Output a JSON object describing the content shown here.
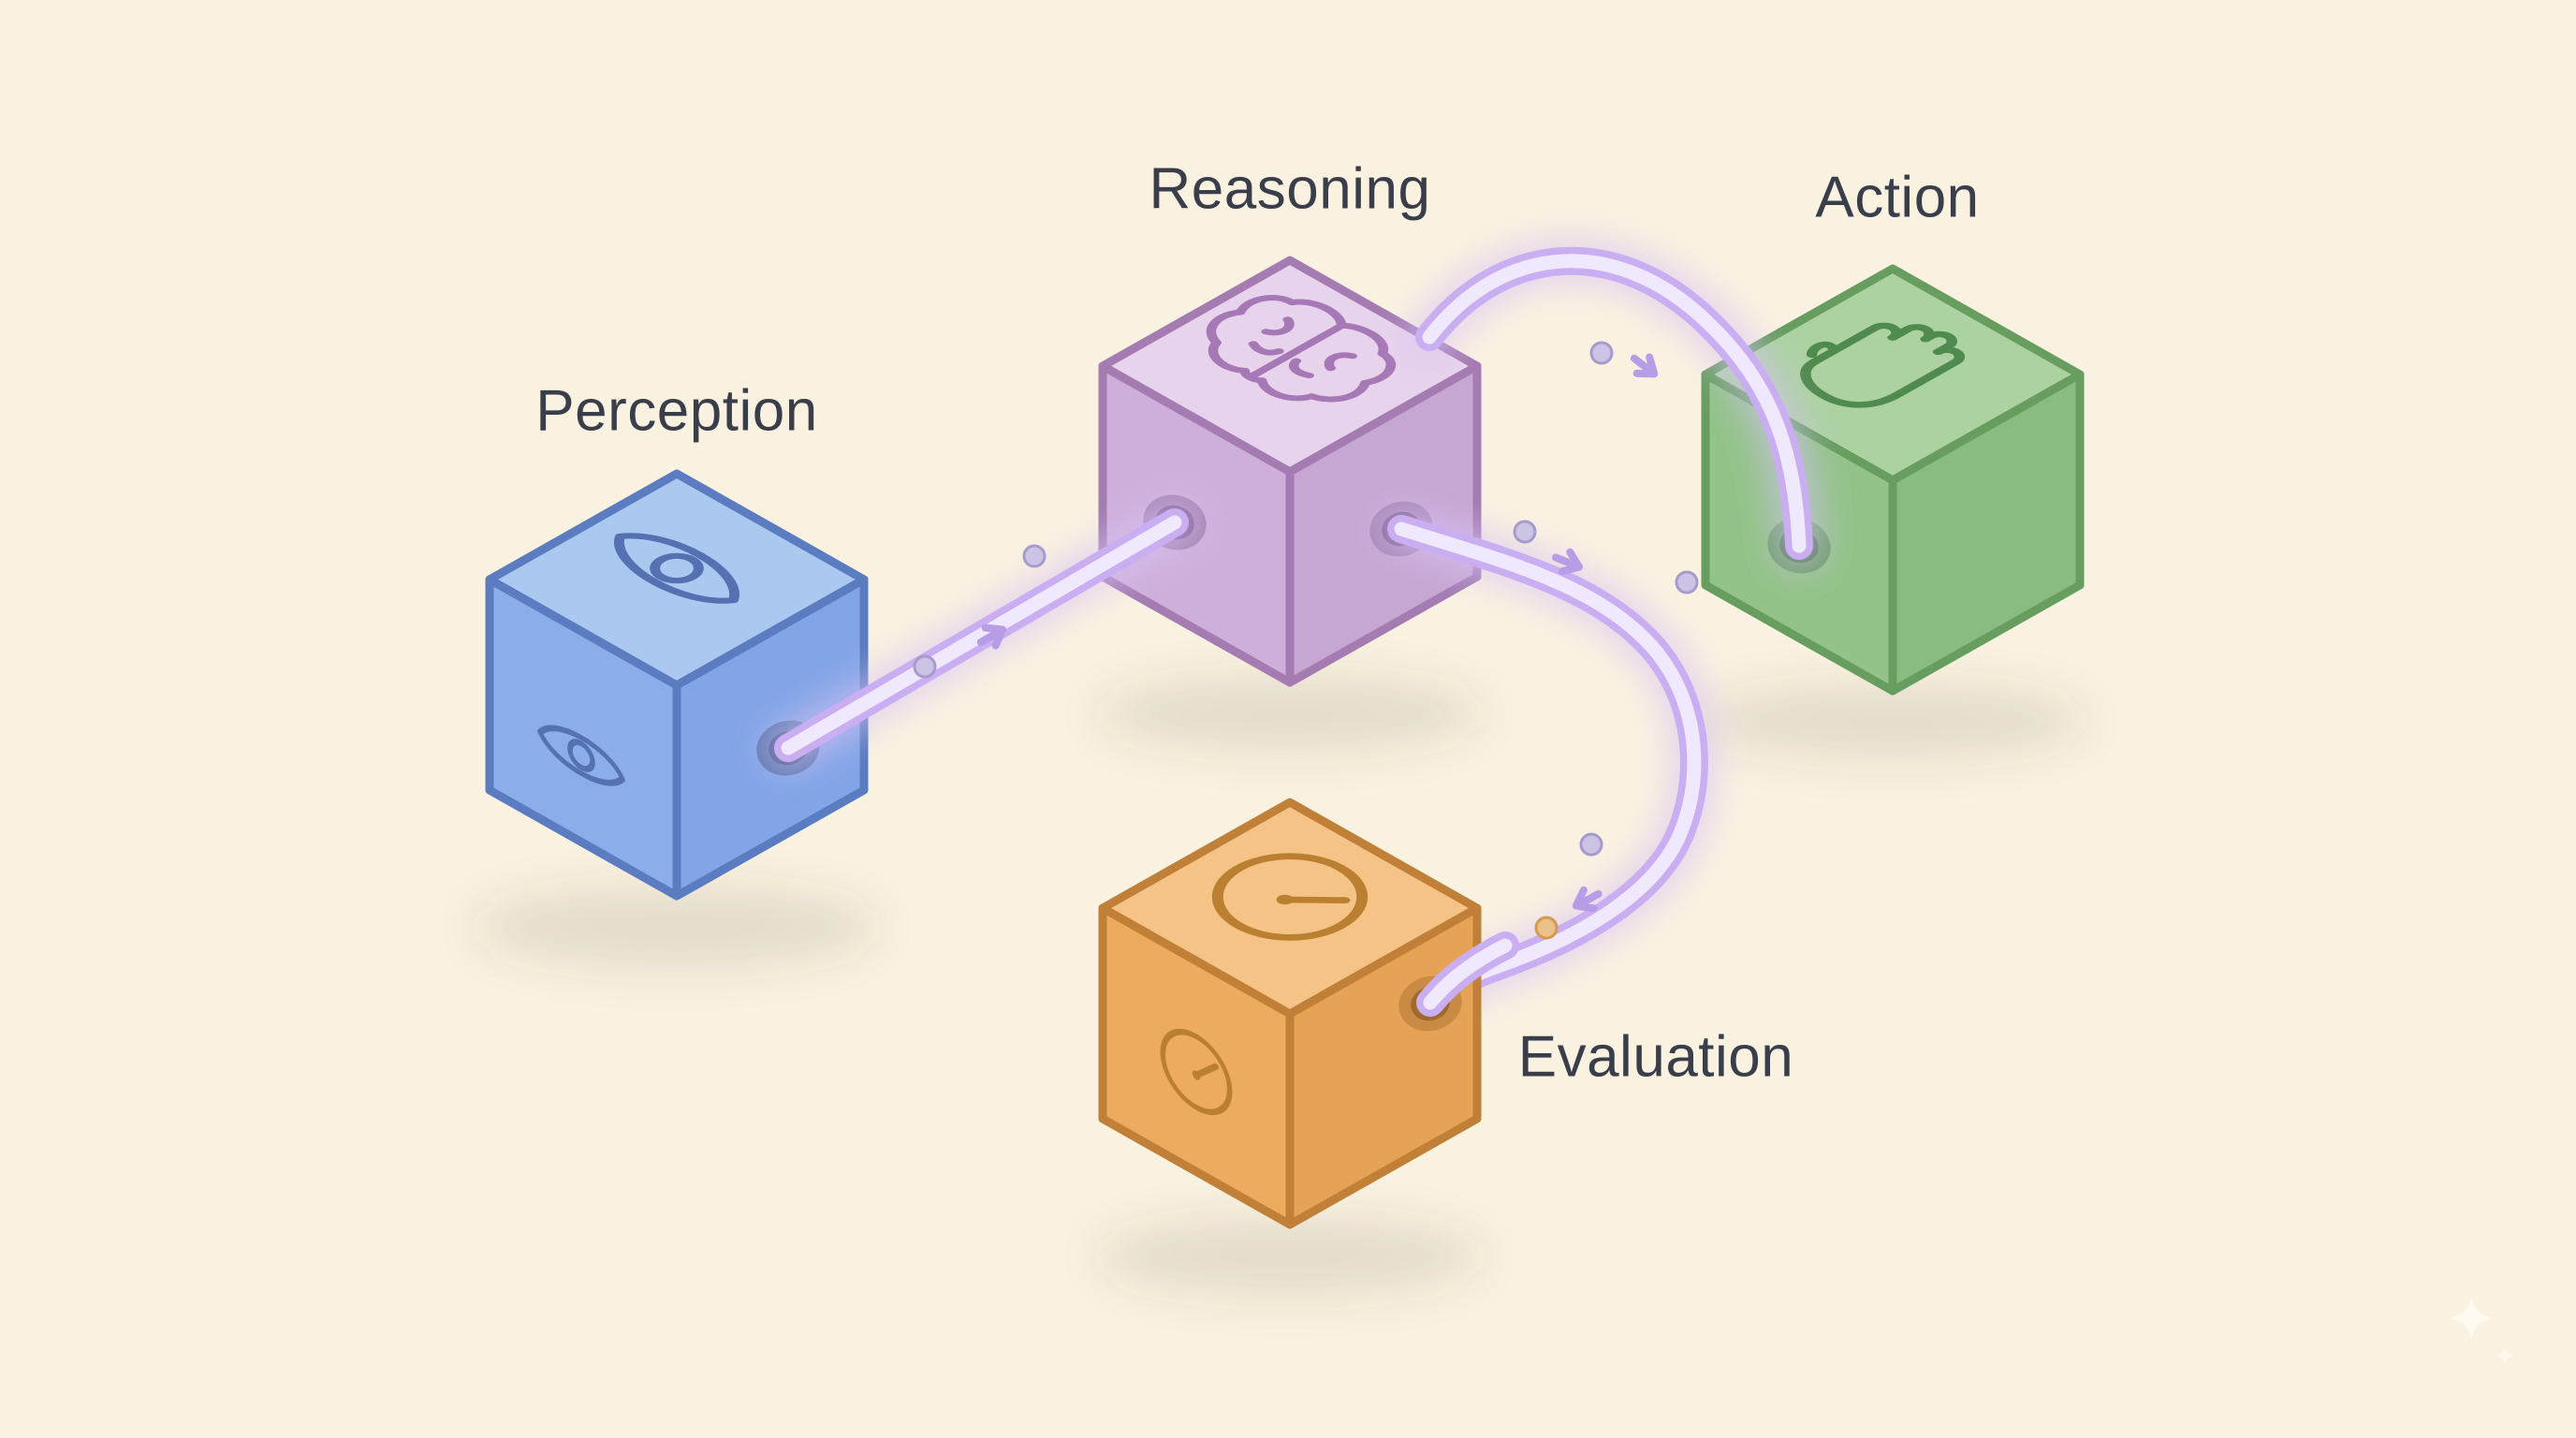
{
  "background_color": "#f9f2e1",
  "flow_color": "#cfb5f3",
  "nodes": [
    {
      "id": "perception",
      "label": "Perception",
      "icon": "eye-icon",
      "color": "#8fb0ea"
    },
    {
      "id": "reasoning",
      "label": "Reasoning",
      "icon": "brain-icon",
      "color": "#d0aedb"
    },
    {
      "id": "action",
      "label": "Action",
      "icon": "hand-icon",
      "color": "#94c48c"
    },
    {
      "id": "evaluation",
      "label": "Evaluation",
      "icon": "gauge-icon",
      "color": "#ecab60"
    }
  ],
  "connections": [
    {
      "from": "perception",
      "to": "reasoning"
    },
    {
      "from": "reasoning",
      "to": "action"
    },
    {
      "from": "reasoning",
      "to": "evaluation"
    }
  ],
  "decorations": {
    "sparkle_icon": "sparkle-icon"
  }
}
